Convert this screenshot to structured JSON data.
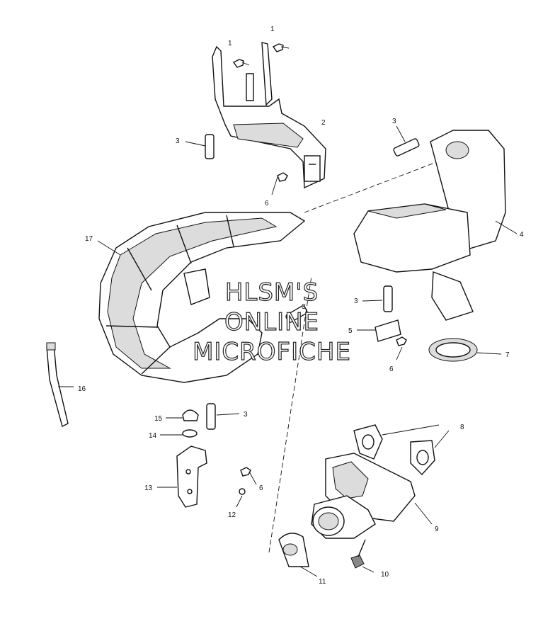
{
  "watermark": {
    "line1": "HLSM'S",
    "line2": "ONLINE",
    "line3": "MICROFICHE"
  },
  "callouts": {
    "c1a": "1",
    "c1b": "1",
    "c2": "2",
    "c3a": "3",
    "c3b": "3",
    "c3c": "3",
    "c3d": "3",
    "c3e": "3",
    "c4": "4",
    "c5": "5",
    "c6a": "6",
    "c6b": "6",
    "c6c": "6",
    "c7": "7",
    "c8": "8",
    "c9": "9",
    "c10": "10",
    "c11": "11",
    "c12": "12",
    "c13": "13",
    "c14": "14",
    "c15": "15",
    "c16": "16",
    "c17": "17"
  }
}
